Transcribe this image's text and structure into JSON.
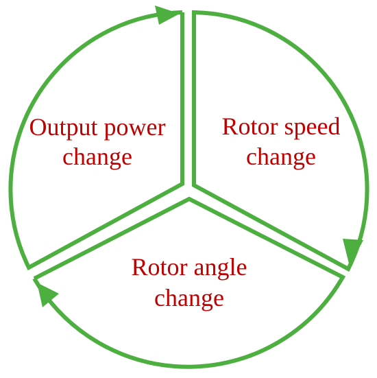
{
  "colors": {
    "stroke": "#4caf3f",
    "text": "#c00000",
    "background": "#ffffff"
  },
  "diagram": {
    "segments": [
      {
        "line1": "Output power",
        "line2": "change"
      },
      {
        "line1": "Rotor speed",
        "line2": "change"
      },
      {
        "line1": "Rotor angle",
        "line2": "change"
      }
    ],
    "arrows": [
      {
        "from": "Output power change",
        "to": "Rotor speed change"
      },
      {
        "from": "Rotor speed change",
        "to": "Rotor angle change"
      },
      {
        "from": "Rotor angle change",
        "to": "Output power change"
      }
    ]
  }
}
